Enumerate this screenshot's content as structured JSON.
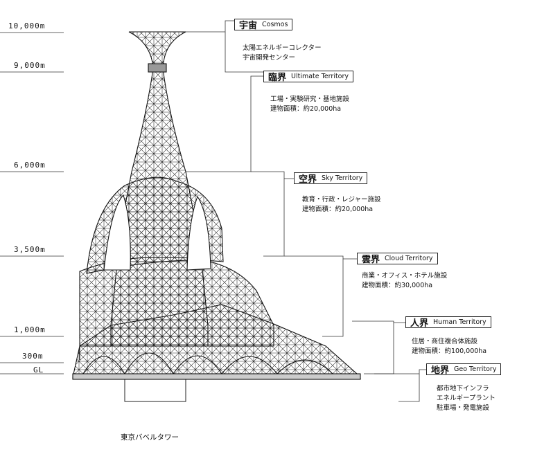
{
  "altitudes": [
    {
      "label": "10,000m"
    },
    {
      "label": "9,000m"
    },
    {
      "label": "6,000m"
    },
    {
      "label": "3,500m"
    },
    {
      "label": "1,000m"
    },
    {
      "label": "300m"
    },
    {
      "label": "GL"
    }
  ],
  "zones": [
    {
      "jp": "宇宙",
      "en": "Cosmos",
      "lines": [
        "太陽エネルギーコレクター",
        "宇宙開発センター"
      ]
    },
    {
      "jp": "臨界",
      "en": "Ultimate Territory",
      "lines": [
        "工場・実験研究・基地施設",
        "建物面積：約20,000ha"
      ]
    },
    {
      "jp": "空界",
      "en": "Sky Territory",
      "lines": [
        "教育・行政・レジャー施設",
        "建物面積：約20,000ha"
      ]
    },
    {
      "jp": "雲界",
      "en": "Cloud Territory",
      "lines": [
        "商業・オフィス・ホテル施設",
        "建物面積：約30,000ha"
      ]
    },
    {
      "jp": "人界",
      "en": "Human Territory",
      "lines": [
        "住居・商住複合体施設",
        "建物面積：約100,000ha"
      ]
    },
    {
      "jp": "地界",
      "en": "Geo Territory",
      "lines": [
        "都市地下インフラ",
        "エネルギープラント",
        "駐車場・発電施設"
      ]
    }
  ],
  "caption": "東京バベルタワー",
  "colors": {
    "ink": "#111111",
    "background": "#ffffff"
  }
}
